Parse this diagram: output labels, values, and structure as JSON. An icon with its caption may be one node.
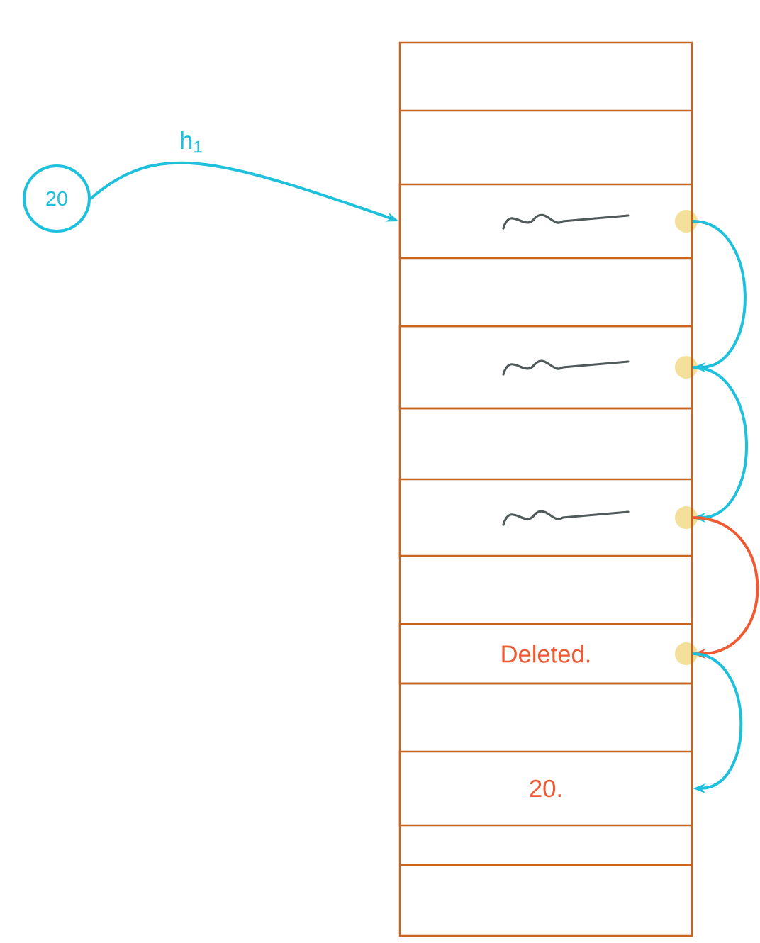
{
  "diagram": {
    "nodes": [
      {
        "text": [
          "20"
        ]
      },
      {
        "text": [],
        "shape": "box"
      },
      {
        "text": [],
        "shape": "box",
        "in": 1
      },
      {
        "text": [],
        "shape": "box",
        "in": 1
      },
      {
        "text": [],
        "shape": "box",
        "in": 1
      },
      {
        "text": [
          "Deleted."
        ],
        "in": 1
      },
      {
        "text": [
          "20."
        ],
        "in": 1
      }
    ],
    "edges": [
      {
        "from": 0,
        "to": 2,
        "arrow": "to",
        "label": "h$_{1}$"
      },
      {
        "from": 2,
        "to": 3,
        "arrow": "to"
      },
      {
        "from": 3,
        "to": 4,
        "arrow": "to"
      },
      {
        "from": 4,
        "to": 5,
        "arrow": "to",
        "color": "#f05a32"
      },
      {
        "from": 5,
        "to": 6,
        "arrow": "to"
      }
    ]
  }
}
